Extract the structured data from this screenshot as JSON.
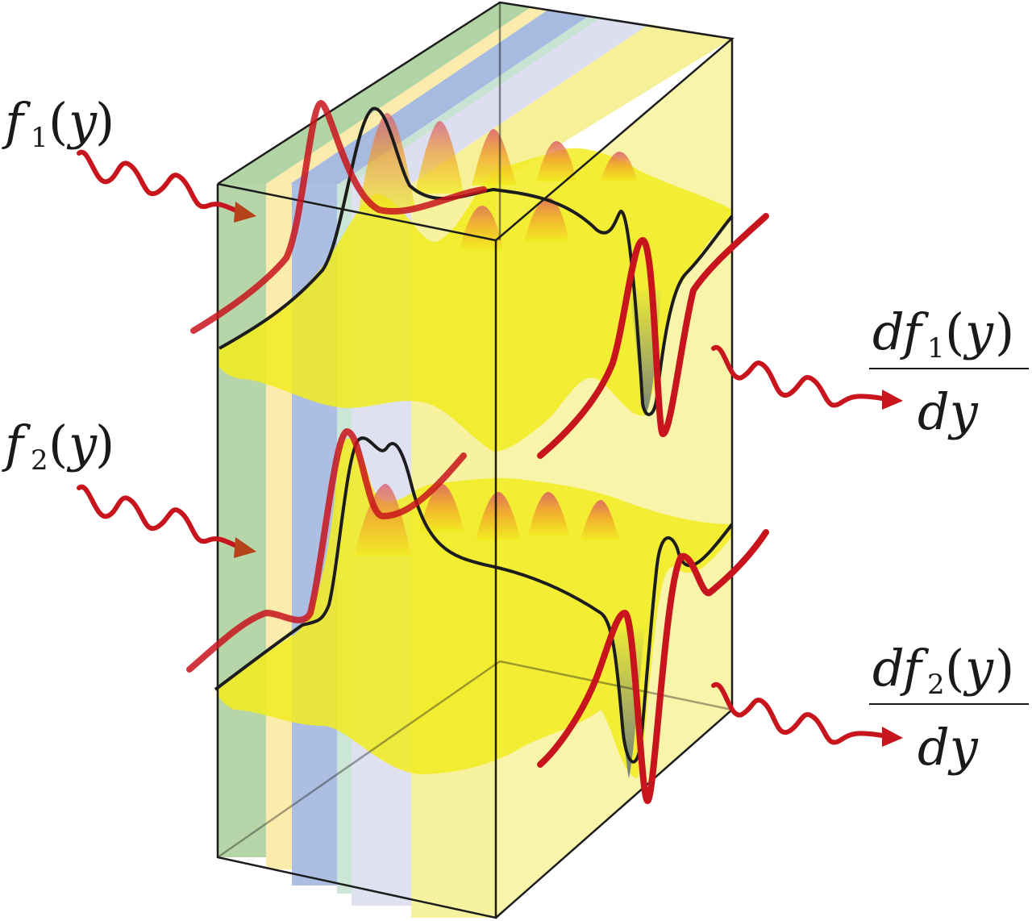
{
  "labels": {
    "input1": {
      "fn": "f",
      "sub": "1",
      "lp": "(",
      "var": "y",
      "rp": ")"
    },
    "input2": {
      "fn": "f",
      "sub": "2",
      "lp": "(",
      "var": "y",
      "rp": ")"
    },
    "output1": {
      "num_d": "d",
      "num_fn": "f",
      "num_sub": "1",
      "num_lp": "(",
      "num_var": "y",
      "num_rp": ")",
      "den": "dy"
    },
    "output2": {
      "num_d": "d",
      "num_fn": "f",
      "num_sub": "2",
      "num_lp": "(",
      "num_var": "y",
      "num_rp": ")",
      "den": "dy"
    }
  },
  "colors": {
    "beam": "#c8141c",
    "arrow_head": "#b4421a",
    "outline": "#1c1c1c",
    "layer_green": "#a9cf9a",
    "layer_yellow_light": "#fbeaa4",
    "layer_blue": "#9db3dd",
    "layer_mint": "#c2e0cf",
    "layer_lavender": "#d9dcef",
    "layer_yellow": "#f5f08e",
    "surface_yellow": "#f2ec1e",
    "surface_orange": "#f08a2a",
    "surface_red": "#d8546a"
  }
}
